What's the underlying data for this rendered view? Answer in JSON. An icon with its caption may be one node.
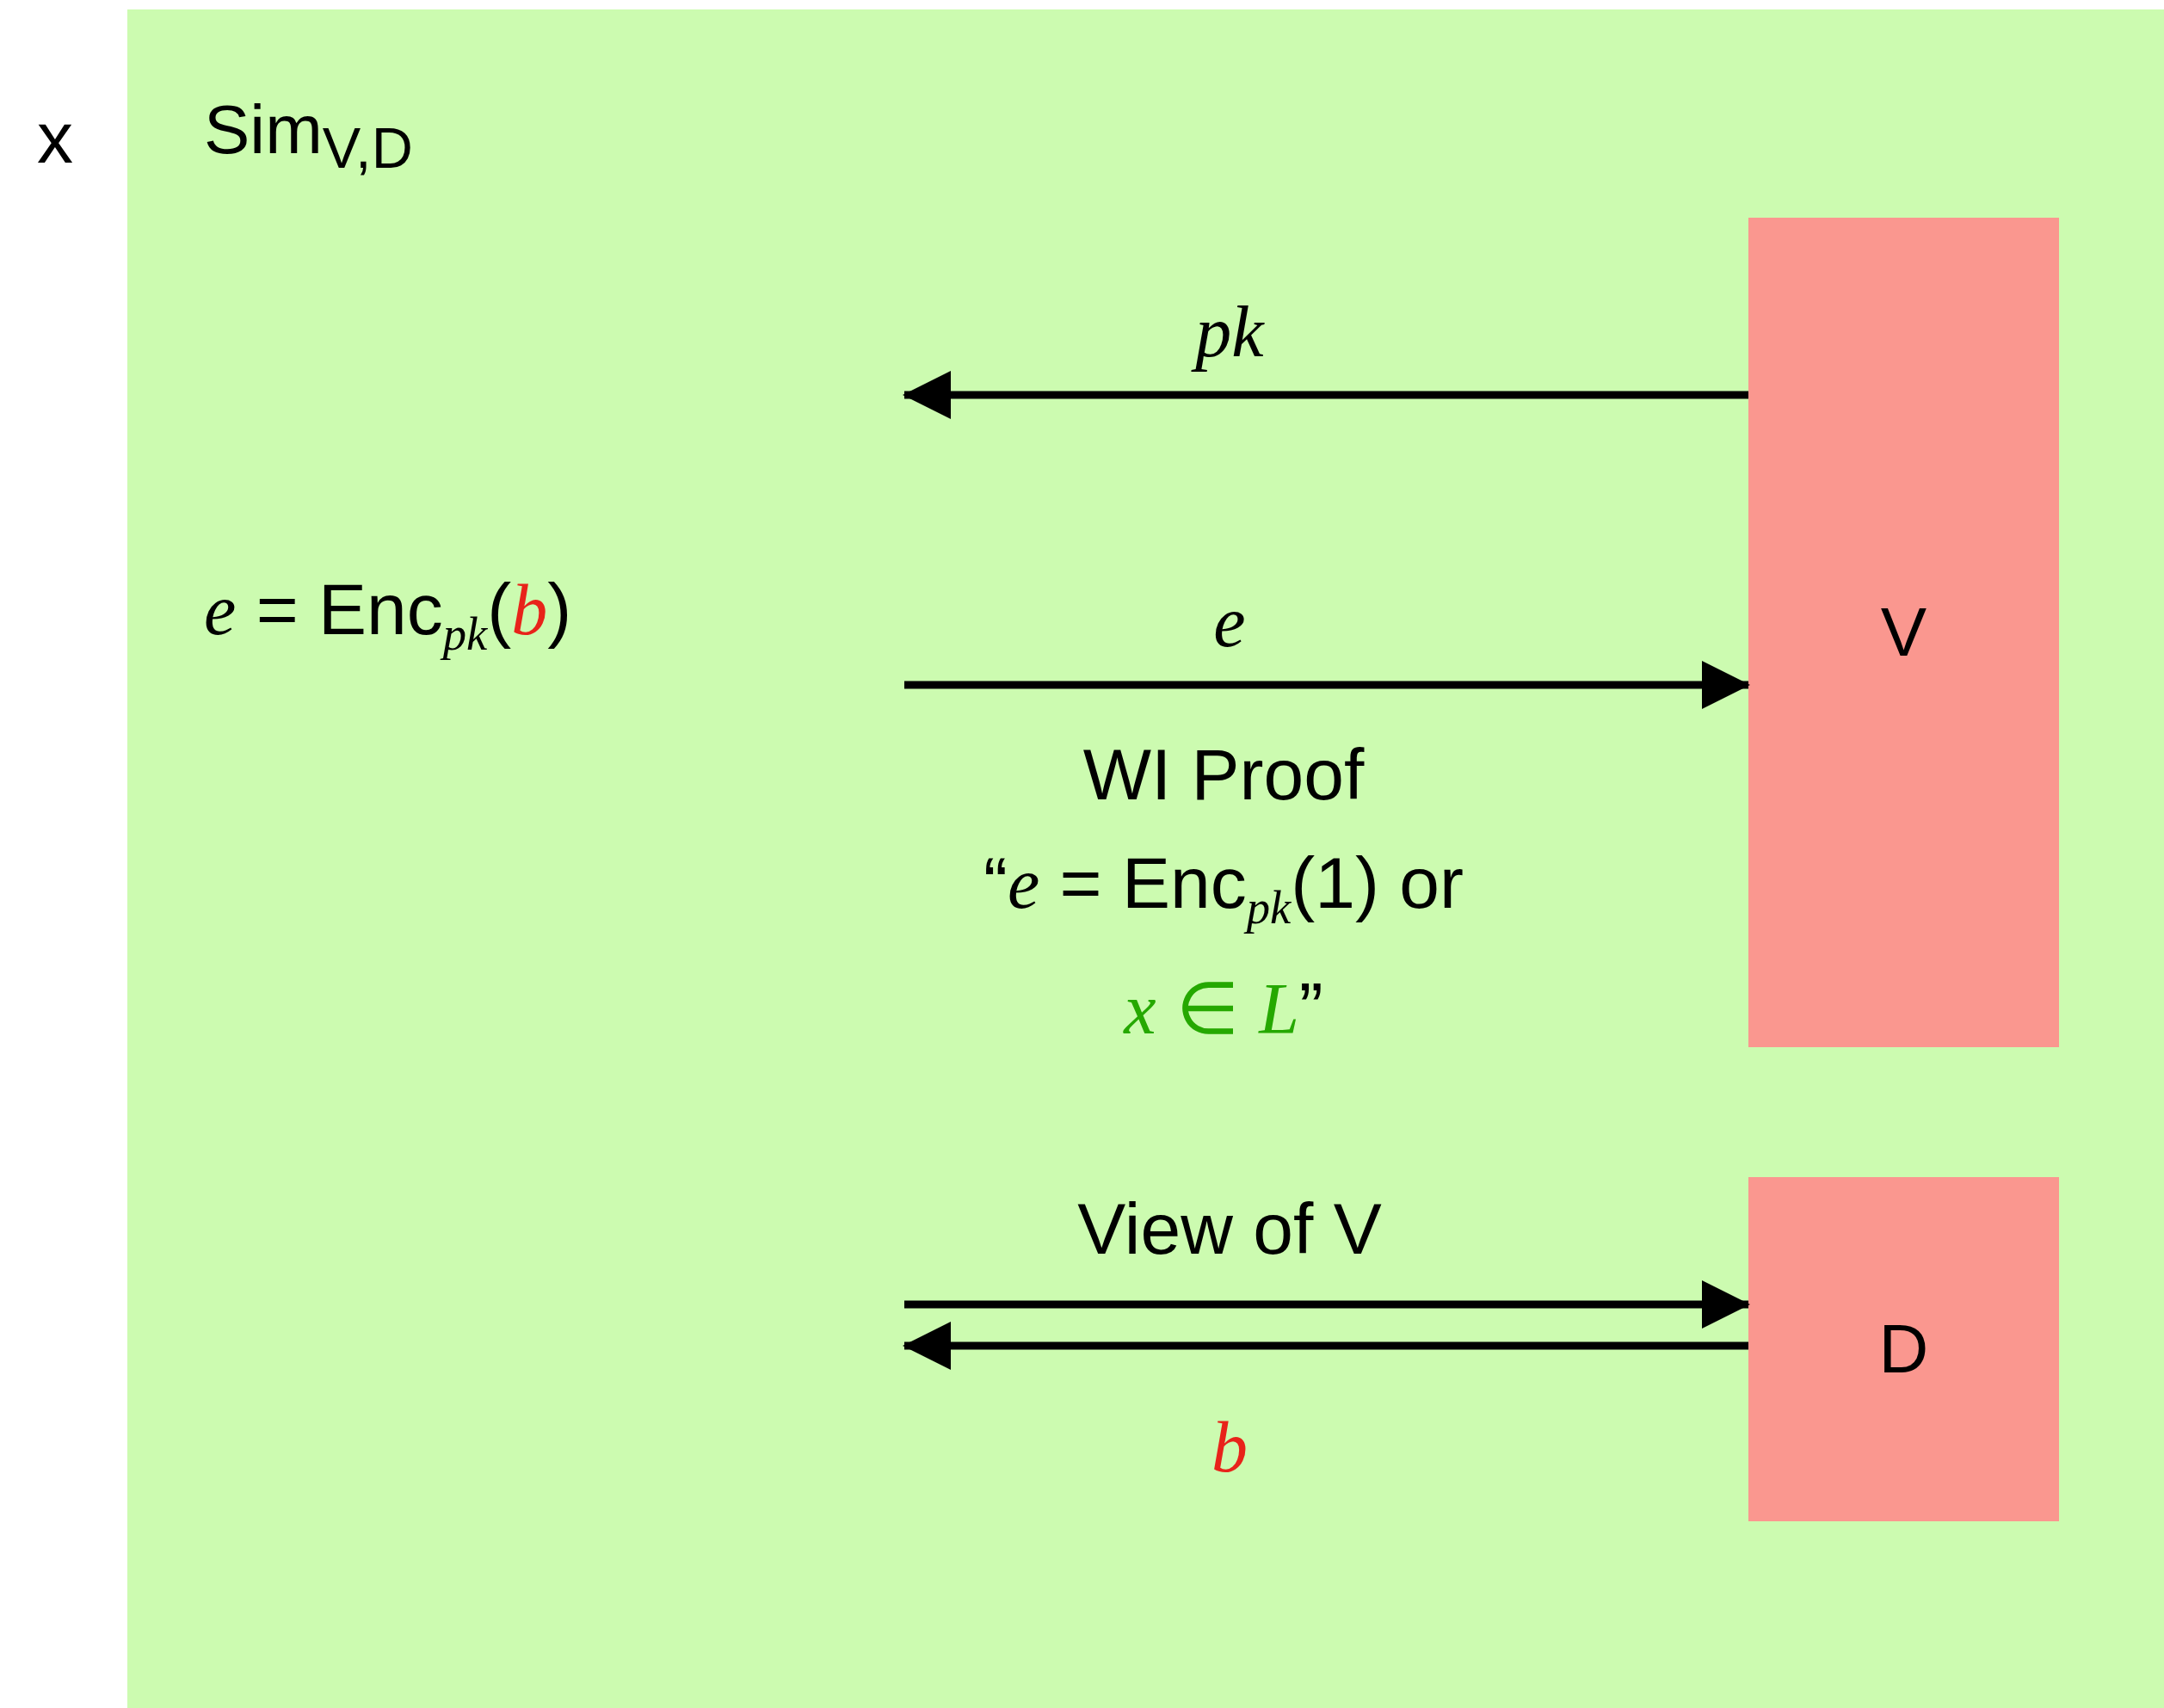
{
  "diagram": {
    "nodes": [
      {
        "text": [
          "Sim$_{V,D}$"
        ]
      },
      {
        "text": [
          "V"
        ],
        "in": 0
      },
      {
        "text": [
          "D"
        ],
        "in": 0
      }
    ],
    "edges": [
      {
        "from": 1,
        "to": null,
        "arrow": "to",
        "label": "*pk*"
      },
      {
        "from": null,
        "to": 1,
        "arrow": "to",
        "label": "*e*"
      },
      {
        "from": null,
        "to": 2,
        "arrow": "to",
        "label": "View of V"
      },
      {
        "from": 2,
        "to": null,
        "arrow": "to",
        "label": "*b*"
      }
    ],
    "labels": [
      "x",
      "*e* = Enc$_{pk}$(*b*)",
      "WI Proof",
      "“*e* = Enc$_{pk}$(1) or *x* ∈ *L*”"
    ]
  }
}
